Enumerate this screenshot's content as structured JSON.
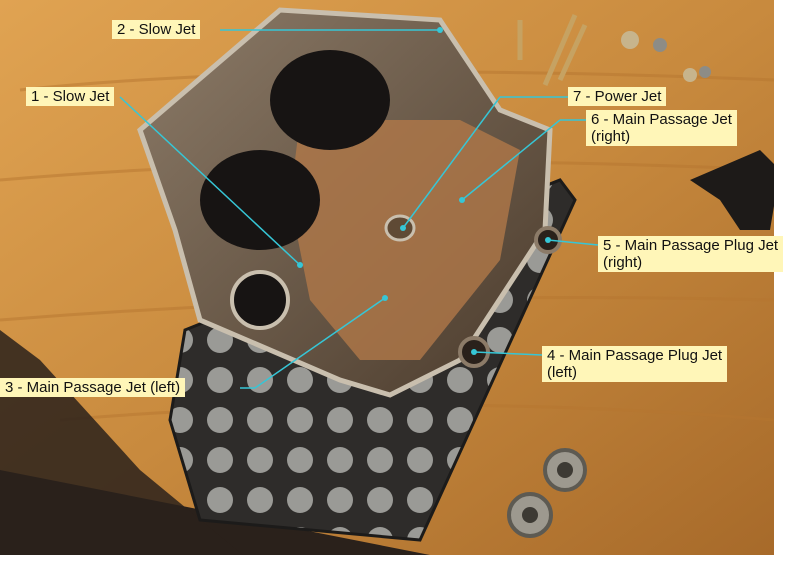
{
  "labels": {
    "slow_jet_2": {
      "line1": "2 - Slow Jet"
    },
    "slow_jet_1": {
      "line1": "1 - Slow Jet"
    },
    "power_jet_7": {
      "line1": "7 - Power Jet"
    },
    "main_passage_jet_right_6": {
      "line1": "6 - Main Passage Jet",
      "line2": "(right)"
    },
    "main_passage_plug_jet_right_5": {
      "line1": "5 - Main Passage Plug Jet",
      "line2": "(right)"
    },
    "main_passage_plug_jet_left_4": {
      "line1": "4 - Main Passage Plug Jet",
      "line2": "(left)"
    },
    "main_passage_jet_left_3": {
      "line1": "3 - Main Passage Jet (left)"
    }
  },
  "colors": {
    "callout_line": "#36c6d6",
    "label_bg": "#fff6b8",
    "wood": "#c98a3c",
    "carb_body": "#6b5a48",
    "background_dark": "#2a211b"
  }
}
